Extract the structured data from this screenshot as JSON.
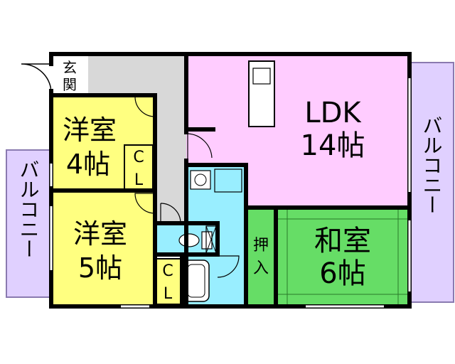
{
  "rooms": {
    "genkan": {
      "label_1": "玄",
      "label_2": "関"
    },
    "yoshitsu4": {
      "label_1": "洋室",
      "label_2": "4帖"
    },
    "yoshitsu5": {
      "label_1": "洋室",
      "label_2": "5帖"
    },
    "ldk": {
      "label_1": "LDK",
      "label_2": "14帖"
    },
    "washitsu": {
      "label_1": "和室",
      "label_2": "6帖"
    },
    "oshiire": {
      "label_1": "押",
      "label_2": "入"
    },
    "closet_1": {
      "label_1": "C",
      "label_2": "L"
    },
    "closet_2": {
      "label_1": "C",
      "label_2": "L"
    },
    "balcony_left": {
      "label": "バルコニー"
    },
    "balcony_right": {
      "label": "バルコニー"
    }
  },
  "colors": {
    "yoshitsu": "#ffff80",
    "ldk": "#ffccff",
    "washitsu": "#66dd66",
    "wet_area": "#99eeff",
    "corridor": "#d8d8d8",
    "balcony": "#e0d0ff",
    "wall": "#000000"
  }
}
